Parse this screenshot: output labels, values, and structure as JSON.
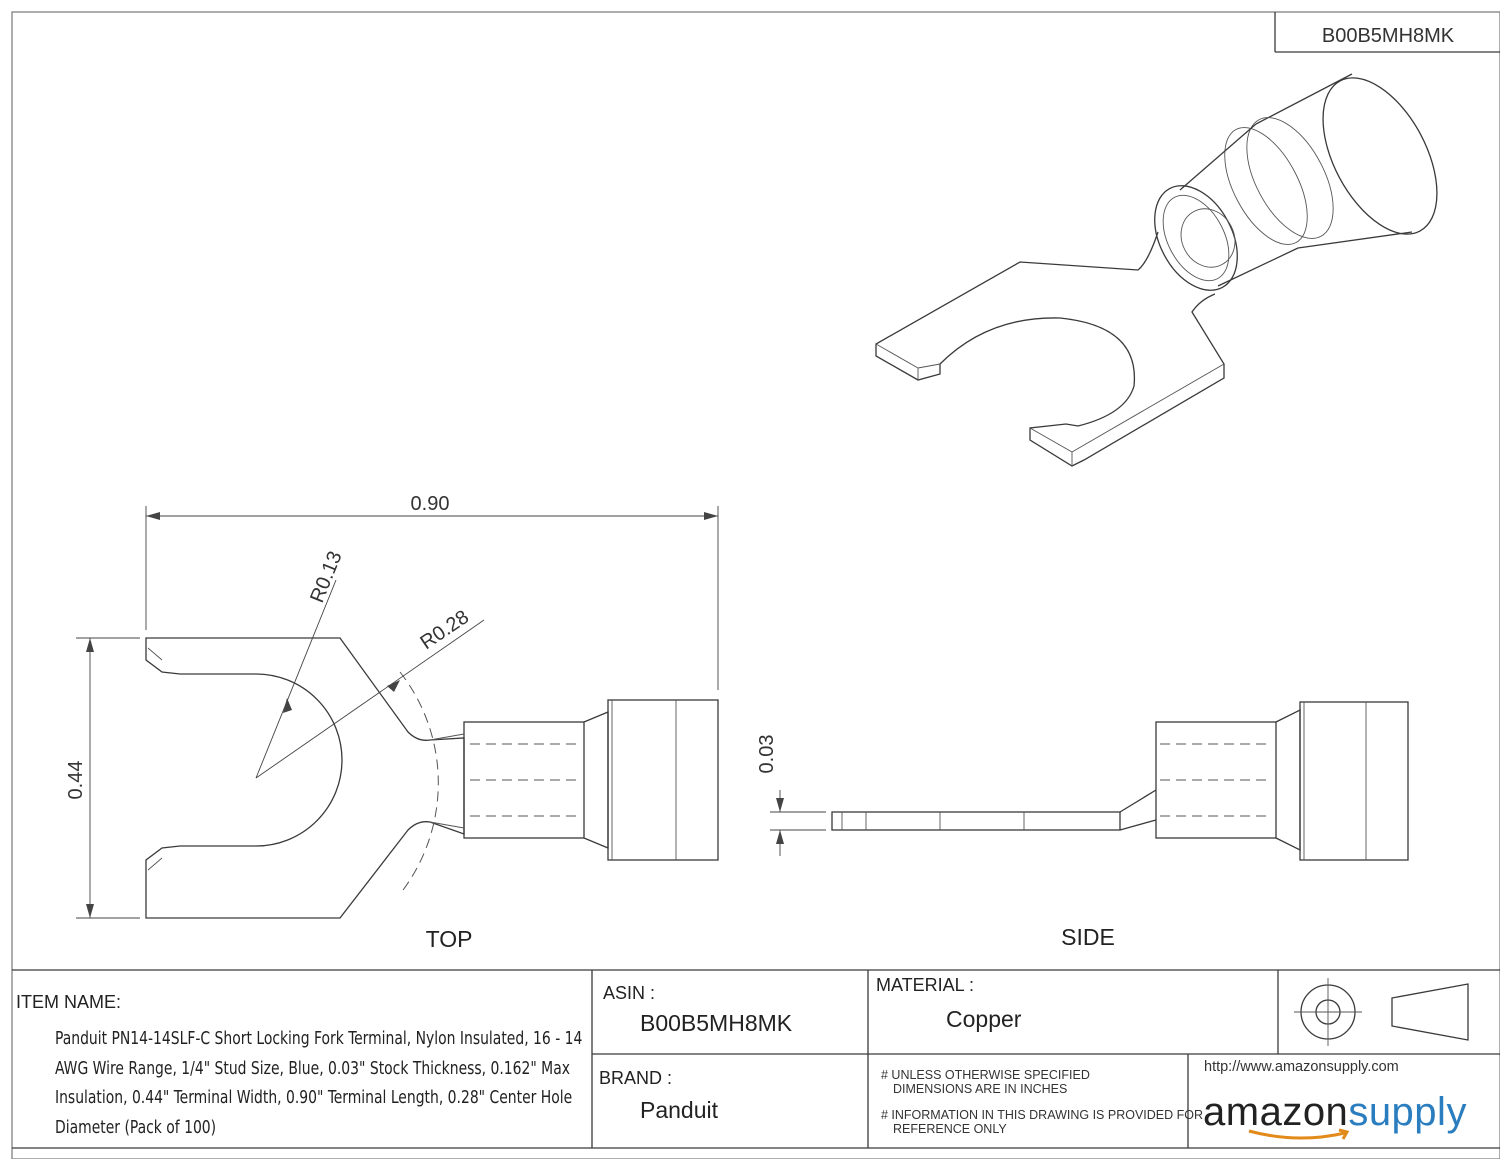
{
  "part_number_header": "B00B5MH8MK",
  "views": {
    "top_label": "TOP",
    "side_label": "SIDE"
  },
  "dimensions": {
    "terminal_length": "0.90",
    "terminal_width": "0.44",
    "stock_thickness": "0.03",
    "radius_small": "R0.13",
    "radius_large": "R0.28"
  },
  "title_block": {
    "item_name_label": "ITEM NAME:",
    "item_name_value": "Panduit PN14-14SLF-C Short Locking Fork Terminal, Nylon Insulated, 16 - 14 AWG Wire Range, 1/4\" Stud Size, Blue, 0.03\" Stock Thickness, 0.162\" Max Insulation, 0.44\" Terminal Width, 0.90\" Terminal Length, 0.28\" Center Hole Diameter (Pack of 100)",
    "asin_label": "ASIN :",
    "asin_value": "B00B5MH8MK",
    "material_label": "MATERIAL :",
    "material_value": "Copper",
    "brand_label": "BRAND :",
    "brand_value": "Panduit",
    "note_1_line_1": "# UNLESS OTHERWISE SPECIFIED",
    "note_1_line_2": "DIMENSIONS ARE IN INCHES",
    "note_2_line_1": "# INFORMATION IN THIS DRAWING IS PROVIDED FOR",
    "note_2_line_2": "REFERENCE ONLY",
    "url": "http://www.amazonsupply.com",
    "logo_part_1": "amazon",
    "logo_part_2": "supply"
  },
  "projection_symbol": "third-angle-projection-icon",
  "colors": {
    "line": "#3a3a3a",
    "logo_blue": "#2a7dbf"
  }
}
